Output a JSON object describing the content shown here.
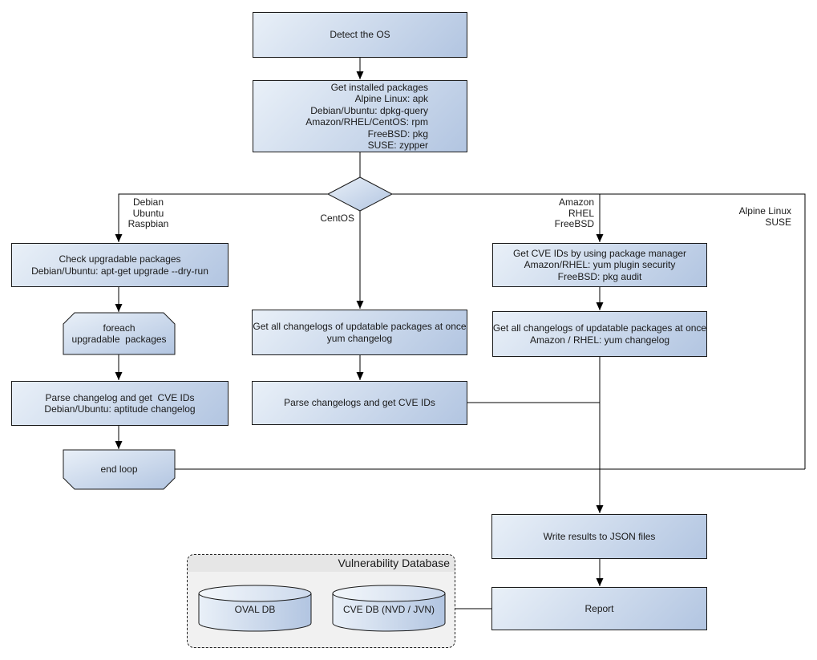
{
  "colors": {
    "node_fill_light": "#e9f0f8",
    "node_fill_dark": "#b2c5e1",
    "node_border": "#1a1a1a",
    "line": "#000000",
    "db_container_fill": "#f1f1f1",
    "db_title_band": "#e6e6e6"
  },
  "nodes": {
    "detect_os": {
      "label": "Detect the OS"
    },
    "get_installed_packages": {
      "label": "Get installed packages\nAlpine Linux: apk\nDebian/Ubuntu: dpkg-query\nAmazon/RHEL/CentOS: rpm\nFreeBSD: pkg\nSUSE: zypper"
    },
    "check_upgradable": {
      "label": "Check upgradable packages\nDebian/Ubuntu: apt-get upgrade --dry-run"
    },
    "foreach_loop": {
      "label": "foreach\nupgradable  packages"
    },
    "parse_changelog_deb": {
      "label": "Parse changelog and get  CVE IDs\nDebian/Ubuntu: aptitude changelog"
    },
    "end_loop": {
      "label": "end loop"
    },
    "changelogs_centos": {
      "label": "Get all changelogs of updatable packages at once\nyum changelog"
    },
    "parse_changelogs_centos": {
      "label": "Parse changelogs and get CVE IDs"
    },
    "get_cve_ids_pkg_mgr": {
      "label": "Get CVE IDs by using package manager\nAmazon/RHEL: yum plugin security\nFreeBSD: pkg audit"
    },
    "changelogs_amazon": {
      "label": "Get all changelogs of updatable packages at once\nAmazon / RHEL: yum changelog"
    },
    "write_results": {
      "label": "Write results to JSON files"
    },
    "report": {
      "label": "Report"
    }
  },
  "branch_labels": {
    "debian": "Debian\nUbuntu\nRaspbian",
    "centos": "CentOS",
    "amazon": "Amazon\nRHEL\nFreeBSD",
    "alpine": "Alpine Linux\nSUSE"
  },
  "database": {
    "title": "Vulnerability Database",
    "oval_db": "OVAL DB",
    "cve_db": "CVE DB (NVD / JVN)"
  }
}
